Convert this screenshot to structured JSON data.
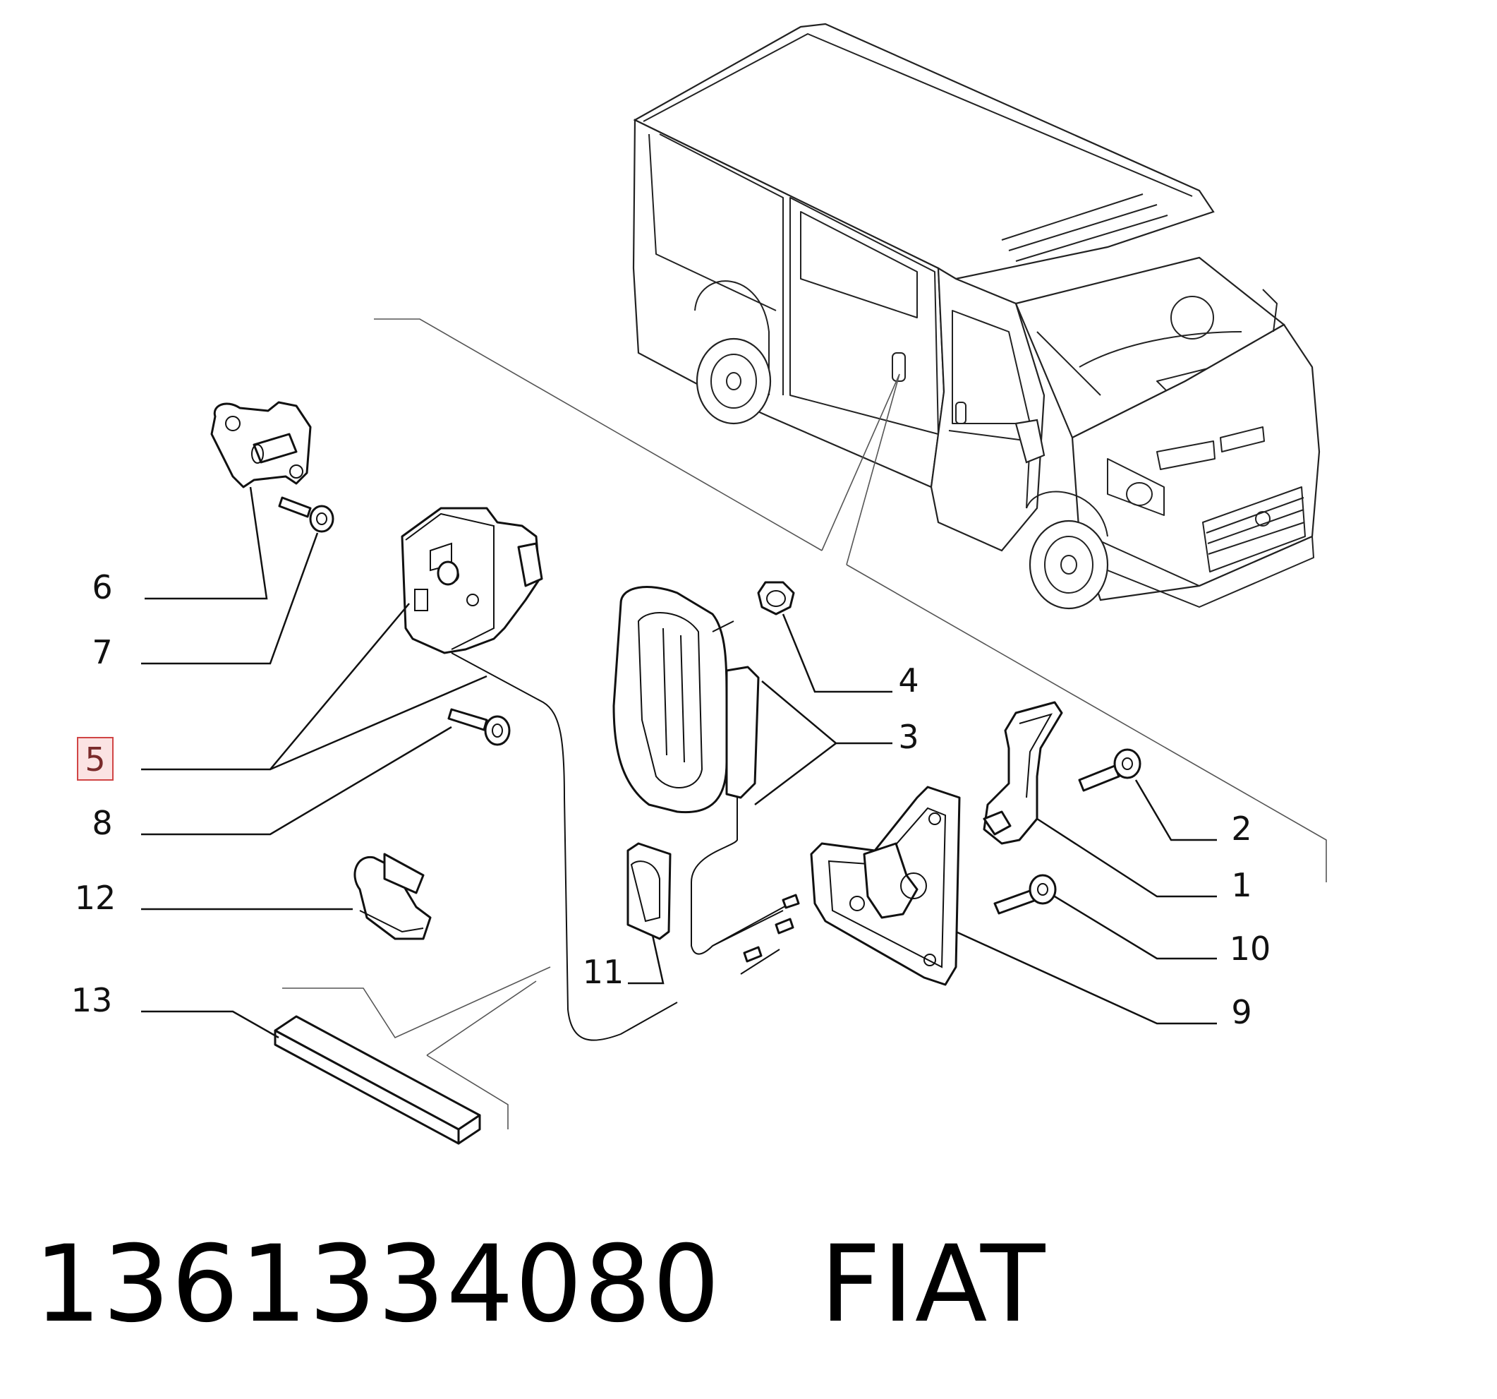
{
  "callouts": [
    {
      "id": "1",
      "label": "1"
    },
    {
      "id": "2",
      "label": "2"
    },
    {
      "id": "3",
      "label": "3"
    },
    {
      "id": "4",
      "label": "4"
    },
    {
      "id": "5",
      "label": "5",
      "highlighted": true
    },
    {
      "id": "6",
      "label": "6"
    },
    {
      "id": "7",
      "label": "7"
    },
    {
      "id": "8",
      "label": "8"
    },
    {
      "id": "9",
      "label": "9"
    },
    {
      "id": "10",
      "label": "10"
    },
    {
      "id": "11",
      "label": "11"
    },
    {
      "id": "12",
      "label": "12"
    },
    {
      "id": "13",
      "label": "13"
    }
  ],
  "footer": {
    "part_number": "1361334080",
    "brand": "FIAT"
  },
  "colors": {
    "highlight_fill": "#fbe3e3",
    "highlight_border": "#d04545",
    "line": "#111111"
  }
}
